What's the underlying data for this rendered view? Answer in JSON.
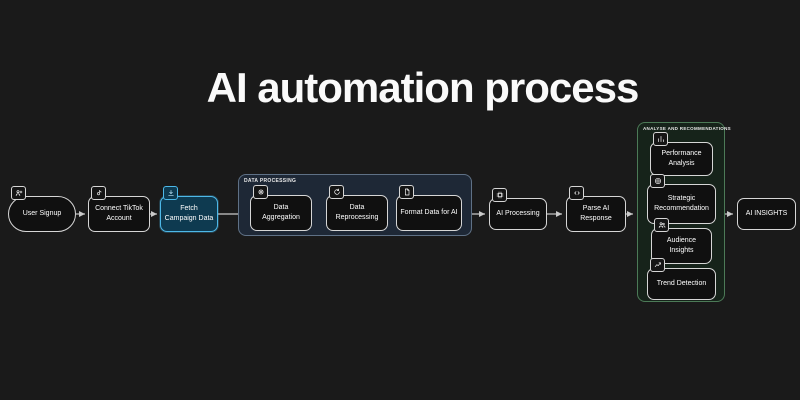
{
  "title": "AI automation process",
  "colors": {
    "background": "#1a1a1a",
    "node_border": "#d6d6d6",
    "node_fill": "#101010",
    "text": "#ffffff",
    "highlight_border": "#4db8e8",
    "highlight_fill": "#0e3a50",
    "data_group_fill": "#1e2836",
    "data_group_border": "#5f7186",
    "analysis_group_fill": "#16231a",
    "analysis_group_border": "#4c7a57",
    "arrow": "#c9c9c9"
  },
  "diagram": {
    "nodes": {
      "user_signup": "User Signup",
      "connect_tiktok": "Connect TikTok Account",
      "fetch_campaign": "Fetch Campaign Data",
      "data_aggregation": "Data Aggregation",
      "data_reprocessing": "Data Reprocessing",
      "format_data": "Format Data for AI",
      "ai_processing": "AI Processing",
      "parse_ai_response": "Parse AI Response",
      "performance_analysis": "Performance Analysis",
      "strategic_recommendation": "Strategic Recommendation",
      "audience_insights": "Audience Insights",
      "trend_detection": "Trend Detection",
      "ai_insights": "AI INSIGHTS"
    },
    "groups": {
      "data_processing": "DATA PROCESSING",
      "analysis": "ANALYSE AND RECOMMENDATIONS"
    },
    "icons": {
      "user_signup": "user-plus-icon",
      "connect_tiktok": "tiktok-icon",
      "fetch_campaign": "download-icon",
      "data_aggregation": "gear-icon",
      "data_reprocessing": "refresh-icon",
      "format_data": "file-icon",
      "ai_processing": "cpu-icon",
      "parse_ai_response": "code-icon",
      "performance_analysis": "bar-chart-icon",
      "strategic_recommendation": "target-icon",
      "audience_insights": "users-icon",
      "trend_detection": "trend-line-icon"
    }
  }
}
